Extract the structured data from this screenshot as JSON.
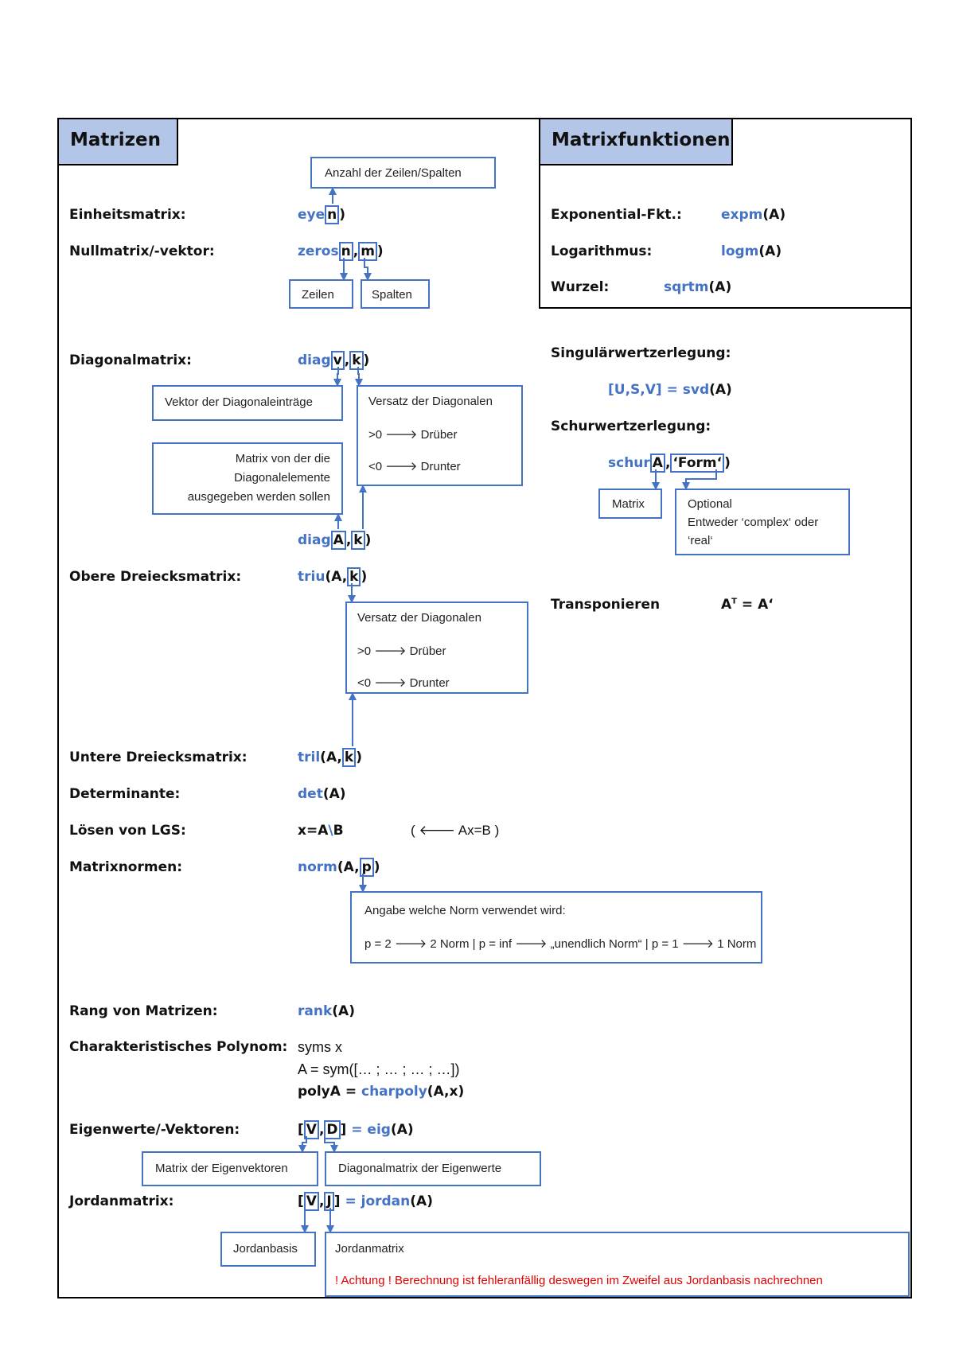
{
  "sections": {
    "matrizen_title": "Matrizen",
    "matrixfunktionen_title": "Matrixfunktionen"
  },
  "rows": {
    "einheitsmatrix": {
      "label": "Einheitsmatrix:",
      "fn": "eye",
      "arg": "n",
      "close": ")"
    },
    "nullmatrix": {
      "label": "Nullmatrix/-vektor:",
      "fn": "zeros",
      "arg1": "n",
      "sep": ",",
      "arg2": "m",
      "close": ")"
    },
    "diagonalmatrix": {
      "label": "Diagonalmatrix:",
      "fn": "diag",
      "arg1": "v",
      "sep": ",",
      "arg2": "k",
      "close": ")"
    },
    "diag_extract": {
      "fn": "diag",
      "arg1": "A",
      "sep": ",",
      "arg2": "k",
      "close": ")"
    },
    "obere": {
      "label": "Obere Dreiecksmatrix:",
      "fn": "triu",
      "open": "(A,",
      "arg": "k",
      "close": ")"
    },
    "untere": {
      "label": "Untere Dreiecksmatrix:",
      "fn": "tril",
      "open": "(A,",
      "arg": "k",
      "close": ")"
    },
    "determinante": {
      "label": "Determinante:",
      "fn": "det",
      "args": "(A)"
    },
    "lgs": {
      "label": "Lösen von LGS:",
      "pre": "x=A",
      "op": "\\",
      "post": "B",
      "note": "( 🡐 Ax=B )"
    },
    "matrixnormen": {
      "label": "Matrixnormen:",
      "fn": "norm",
      "open": "(A,",
      "arg": "p",
      "close": ")"
    },
    "rang": {
      "label": "Rang von Matrizen:",
      "fn": "rank",
      "args": "(A)"
    },
    "charpoly": {
      "label": "Charakteristisches Polynom:",
      "line1": "syms x",
      "line2": "A = sym([… ; … ; … ; …])",
      "line3_pre": "polyA = ",
      "line3_fn": "charpoly",
      "line3_args": "(A,x)"
    },
    "eigen": {
      "label": "Eigenwerte/-Vektoren:",
      "open": "[",
      "a1": "V",
      "sep": ",",
      "a2": "D",
      "close": "]",
      "eq": " = ",
      "fn": "eig",
      "args": "(A)"
    },
    "jordan": {
      "label": "Jordanmatrix:",
      "open": "[",
      "a1": "V",
      "sep": ",",
      "a2": "J",
      "close": "]",
      "eq": " = ",
      "fn": "jordan",
      "args": "(A)"
    }
  },
  "boxes": {
    "anzahl": "Anzahl der Zeilen/Spalten",
    "zeilen": "Zeilen",
    "spalten": "Spalten",
    "vektor_diag": "Vektor der Diagonaleinträge",
    "versatz1": {
      "title": "Versatz der Diagonalen",
      "l1": ">0 🡒 Drüber",
      "l2": "<0 🡒 Drunter"
    },
    "matrix_von": {
      "l1": "Matrix von der die",
      "l2": "Diagonalelemente",
      "l3": "ausgegeben werden sollen"
    },
    "versatz2": {
      "title": "Versatz der Diagonalen",
      "l1": ">0 🡒 Drüber",
      "l2": "<0 🡒 Drunter"
    },
    "norm_box": {
      "title": "Angabe welche Norm verwendet wird:",
      "l1": "p = 2 🡒 2 Norm | p = inf 🡒 „unendlich Norm“ | p = 1 🡒 1 Norm"
    },
    "eigvec": "Matrix der Eigenvektoren",
    "eigval": "Diagonalmatrix der Eigenwerte",
    "jordanbasis": "Jordanbasis",
    "jordanmatrix_box": {
      "title": "Jordanmatrix",
      "warning": "! Achtung ! Berechnung ist fehleranfällig deswegen im Zweifel aus Jordanbasis nachrechnen"
    },
    "schur_matrix": "Matrix",
    "schur_optional": {
      "l1": "Optional",
      "l2": "Entweder ‘complex‘ oder",
      "l3": "‘real‘"
    }
  },
  "right": {
    "expo": {
      "label": "Exponential-Fkt.:",
      "fn": "expm",
      "args": "(A)"
    },
    "log": {
      "label": "Logarithmus:",
      "fn": "logm",
      "args": "(A)"
    },
    "wurzel": {
      "label": "Wurzel:",
      "fn": "sqrtm",
      "args": "(A)"
    },
    "svd_label": "Singulärwertzerlegung:",
    "svd_code": {
      "fn": "[U,S,V] = svd",
      "args": "(A)"
    },
    "schur_label": "Schurwertzerlegung:",
    "schur_code": {
      "fn": "schur",
      "a1": "A",
      "sep": ",",
      "a2": "‘Form‘",
      "close": ")"
    },
    "transpose": {
      "label": "Transponieren",
      "base": "A",
      "sup": "T",
      "rest": " = A‘"
    }
  },
  "colors": {
    "accent": "#4472c4",
    "header_fill": "#b4c6e7",
    "warning": "#e00000"
  }
}
